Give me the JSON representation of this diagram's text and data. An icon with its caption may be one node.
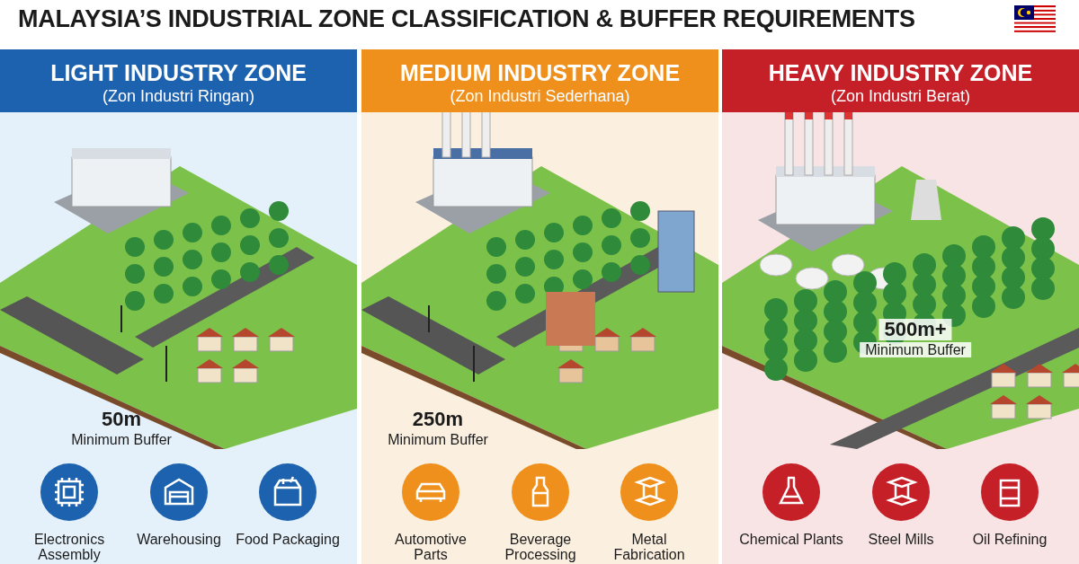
{
  "diagram": {
    "title": "MALAYSIA’S INDUSTRIAL ZONE CLASSIFICATION & BUFFER REQUIREMENTS",
    "nodes": [
      {
        "text": [
          "LIGHT INDUSTRY ZONE",
          "(Zon Industri Ringan)"
        ]
      },
      {
        "text": [
          "MEDIUM INDUSTRY ZONE",
          "(Zon Industri Sederhana)"
        ]
      },
      {
        "text": [
          "HEAVY INDUSTRY ZONE",
          "(Zon Industri Berat)"
        ]
      }
    ],
    "edges": [],
    "labels": [
      "50m",
      "Minimum Buffer",
      "Electronics Assembly",
      "Warehousing",
      "Food Packaging",
      "250m",
      "Minimum Buffer",
      "Automotive Parts",
      "Beverage Processing",
      "Metal Fabrication",
      "500m+",
      "Minimum Buffer",
      "Chemical Plants",
      "Steel Mills",
      "Oil Refining"
    ]
  }
}
